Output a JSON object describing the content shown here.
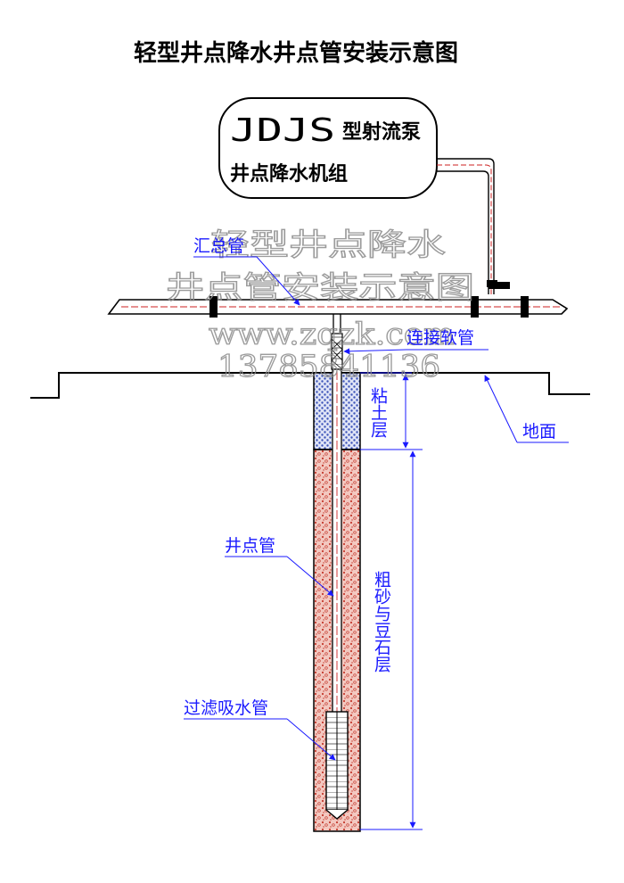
{
  "title": "轻型井点降水井点管安装示意图",
  "pump_box": {
    "model_code": "JDJS",
    "model_suffix": "型射流泵",
    "unit_name": "井点降水机组"
  },
  "labels": {
    "header_pipe": "汇总管",
    "hose": "连接软管",
    "ground": "地面",
    "clay_layer": "粘土层",
    "wellpoint_pipe": "井点管",
    "gravel_layer": "粗砂与豆石层",
    "filter_pipe": "过滤吸水管"
  },
  "watermark": {
    "line1": "轻型井点降水",
    "line2": "井点管安装示意图",
    "url": "www.zqzk.com",
    "phone": "13785841136"
  },
  "colors": {
    "line": "#000000",
    "label": "#1a1aff",
    "pipe_red": "#cc2222",
    "gravel_fill": "#f3c8c0",
    "clay_fill": "#b8c6ee"
  }
}
